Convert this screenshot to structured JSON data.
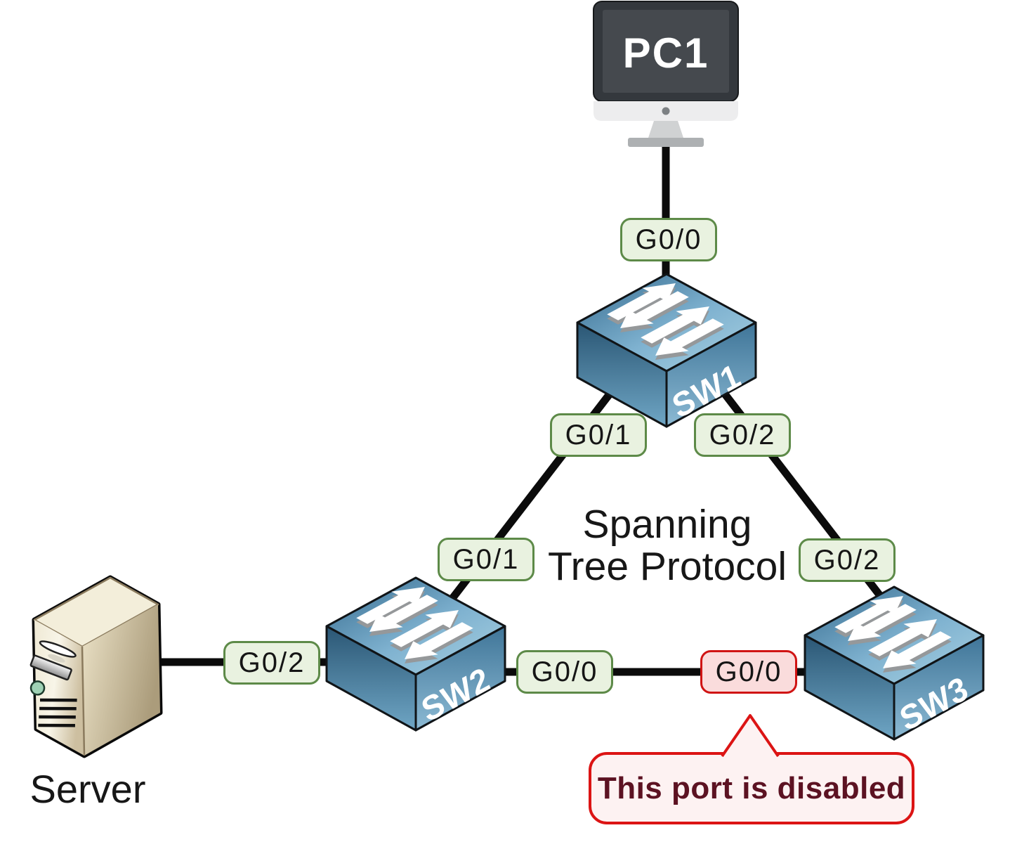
{
  "diagram_title": {
    "line1": "Spanning",
    "line2": "Tree Protocol"
  },
  "devices": {
    "pc1": {
      "label": "PC1",
      "type": "pc"
    },
    "sw1": {
      "label": "SW1",
      "type": "switch"
    },
    "sw2": {
      "label": "SW2",
      "type": "switch"
    },
    "sw3": {
      "label": "SW3",
      "type": "switch"
    },
    "server": {
      "label": "Server",
      "type": "server"
    }
  },
  "ports": [
    {
      "id": "sw1-g0-0",
      "device": "SW1",
      "label": "G0/0",
      "status": "active"
    },
    {
      "id": "sw1-g0-1",
      "device": "SW1",
      "label": "G0/1",
      "status": "active"
    },
    {
      "id": "sw1-g0-2",
      "device": "SW1",
      "label": "G0/2",
      "status": "active"
    },
    {
      "id": "sw2-g0-1",
      "device": "SW2",
      "label": "G0/1",
      "status": "active"
    },
    {
      "id": "sw3-g0-2",
      "device": "SW3",
      "label": "G0/2",
      "status": "active"
    },
    {
      "id": "sw2-g0-2",
      "device": "SW2",
      "label": "G0/2",
      "status": "active"
    },
    {
      "id": "sw2-g0-0",
      "device": "SW2",
      "label": "G0/0",
      "status": "active"
    },
    {
      "id": "sw3-g0-0",
      "device": "SW3",
      "label": "G0/0",
      "status": "disabled"
    }
  ],
  "links": [
    {
      "from": "PC1",
      "to": "SW1",
      "to_port": "G0/0"
    },
    {
      "from": "SW1",
      "from_port": "G0/1",
      "to": "SW2",
      "to_port": "G0/1"
    },
    {
      "from": "SW1",
      "from_port": "G0/2",
      "to": "SW3",
      "to_port": "G0/2"
    },
    {
      "from": "Server",
      "to": "SW2",
      "to_port": "G0/2"
    },
    {
      "from": "SW2",
      "from_port": "G0/0",
      "to": "SW3",
      "to_port": "G0/0"
    }
  ],
  "callout": {
    "text": "This port is disabled"
  },
  "colors": {
    "port_active_bg": "#e9f2e0",
    "port_active_border": "#5d8a48",
    "port_disabled_bg": "#fadcdc",
    "port_disabled_border": "#d01414",
    "callout_bg": "#fdf2f2",
    "callout_border": "#dc1414",
    "callout_text": "#5c1222",
    "switch_top": "#7fb2d0",
    "switch_left": "#2a5674",
    "switch_right": "#3f7598",
    "cable": "#0b0b0b",
    "server_body": "#e8dfc4",
    "pc_bezel": "#34383d"
  }
}
